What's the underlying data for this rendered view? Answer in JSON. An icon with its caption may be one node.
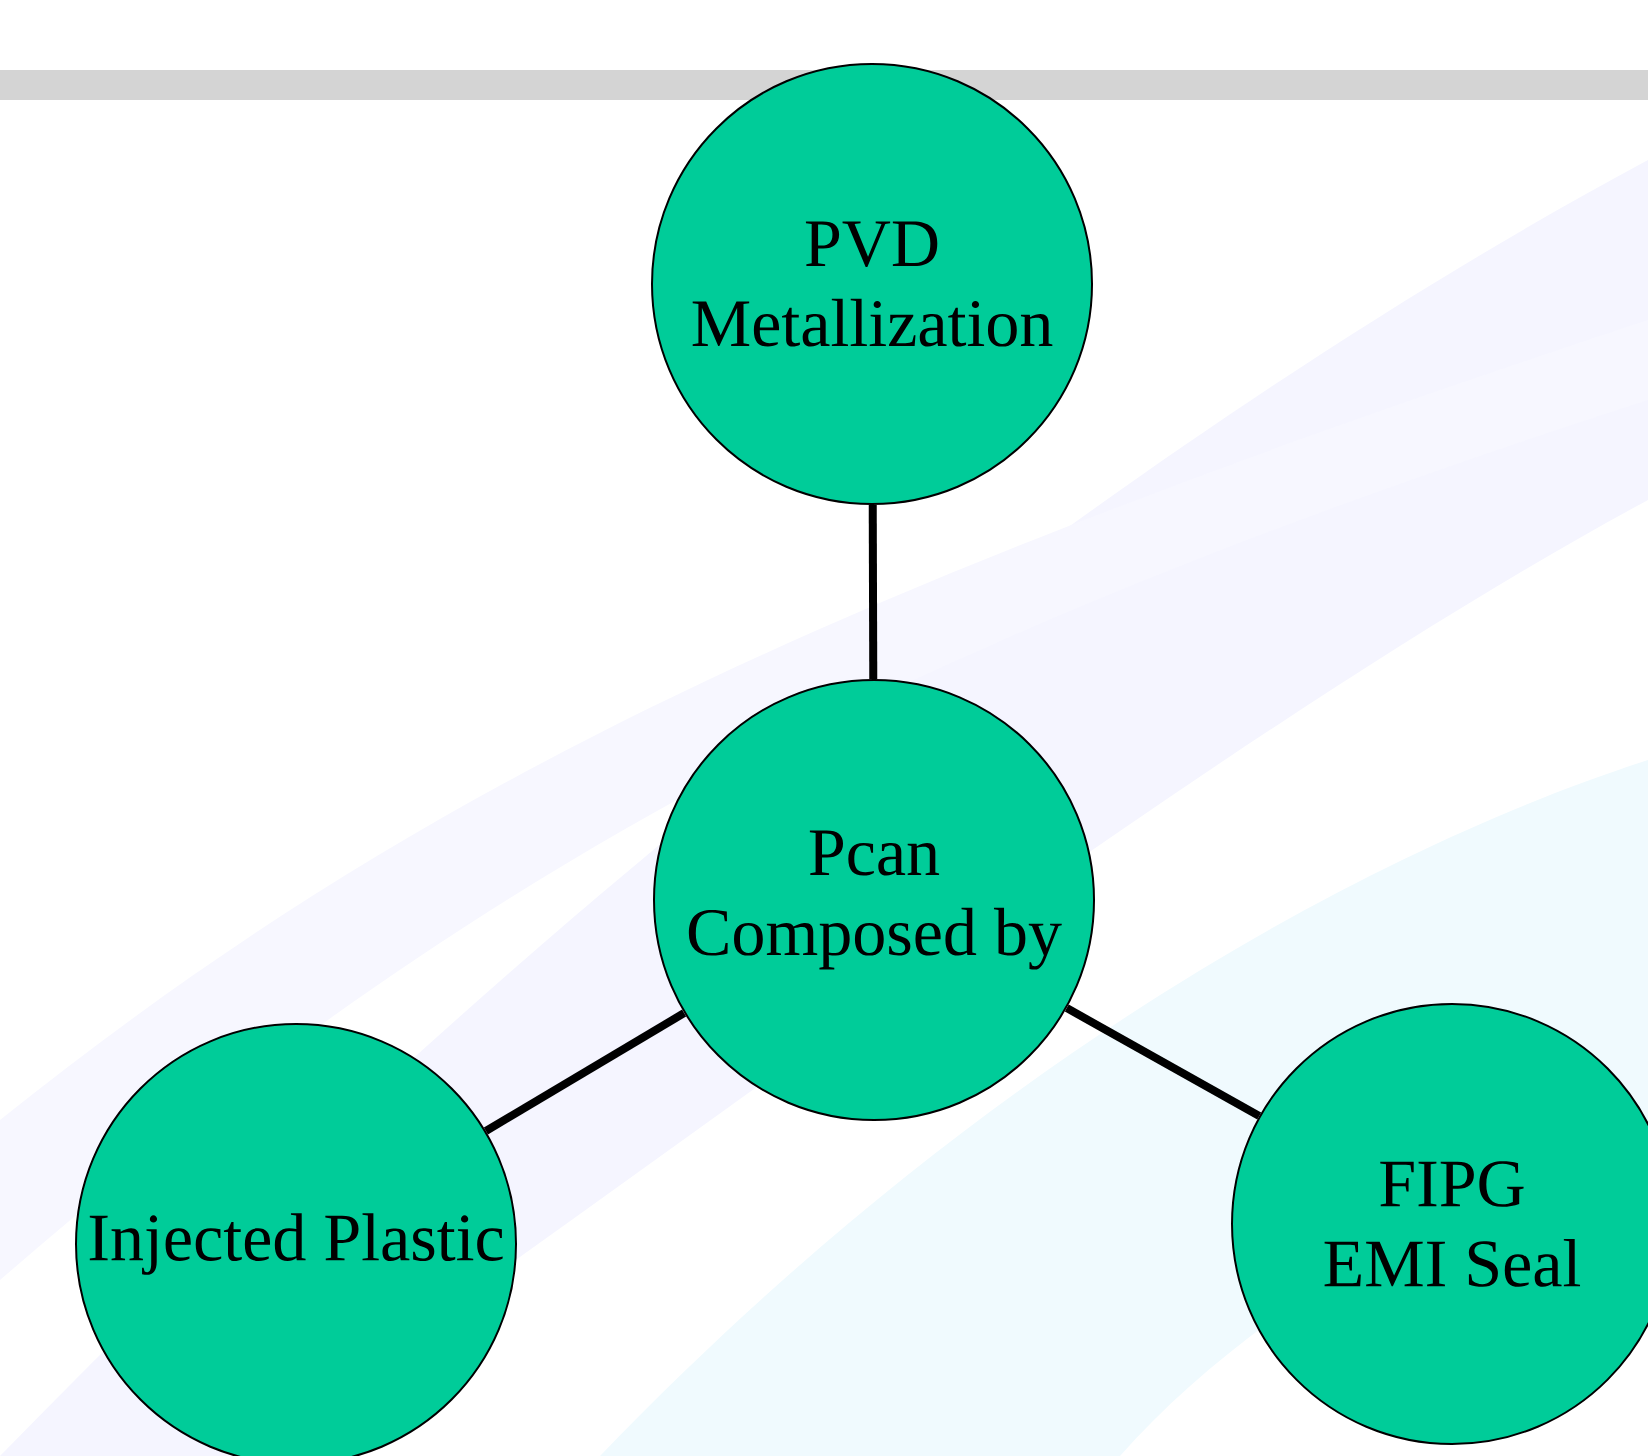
{
  "diagram": {
    "nodes": [
      {
        "text": [
          "PVD",
          "Metallization"
        ]
      },
      {
        "text": [
          "Pcan",
          "Composed by"
        ]
      },
      {
        "text": [
          "Injected Plastic"
        ]
      },
      {
        "text": [
          "FIPG",
          "EMI Seal"
        ]
      }
    ],
    "edges": [
      {
        "from": 1,
        "to": 0,
        "arrow": "none"
      },
      {
        "from": 1,
        "to": 2,
        "arrow": "none"
      },
      {
        "from": 1,
        "to": 3,
        "arrow": "none"
      }
    ]
  }
}
